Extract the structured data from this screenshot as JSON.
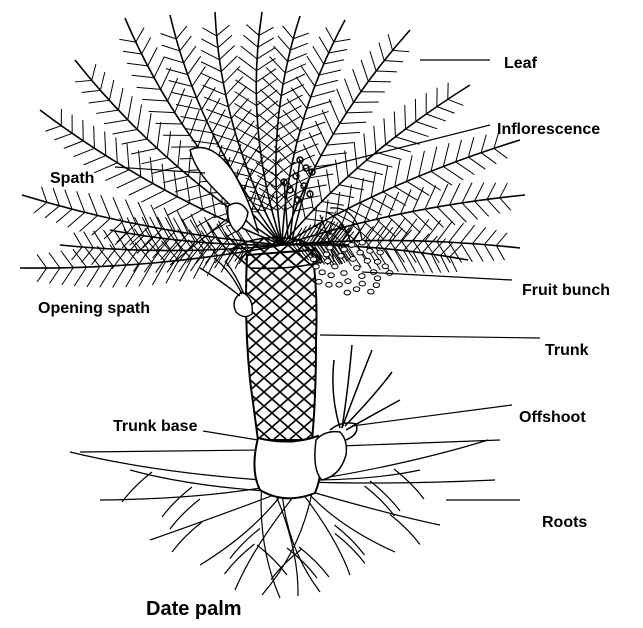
{
  "diagram": {
    "caption": "Date palm",
    "labels": {
      "leaf": "Leaf",
      "inflorescence": "Inflorescence",
      "spath": "Spath",
      "fruit_bunch": "Fruit bunch",
      "opening_spath": "Opening spath",
      "trunk": "Trunk",
      "trunk_base": "Trunk base",
      "offshoot": "Offshoot",
      "roots": "Roots"
    }
  }
}
